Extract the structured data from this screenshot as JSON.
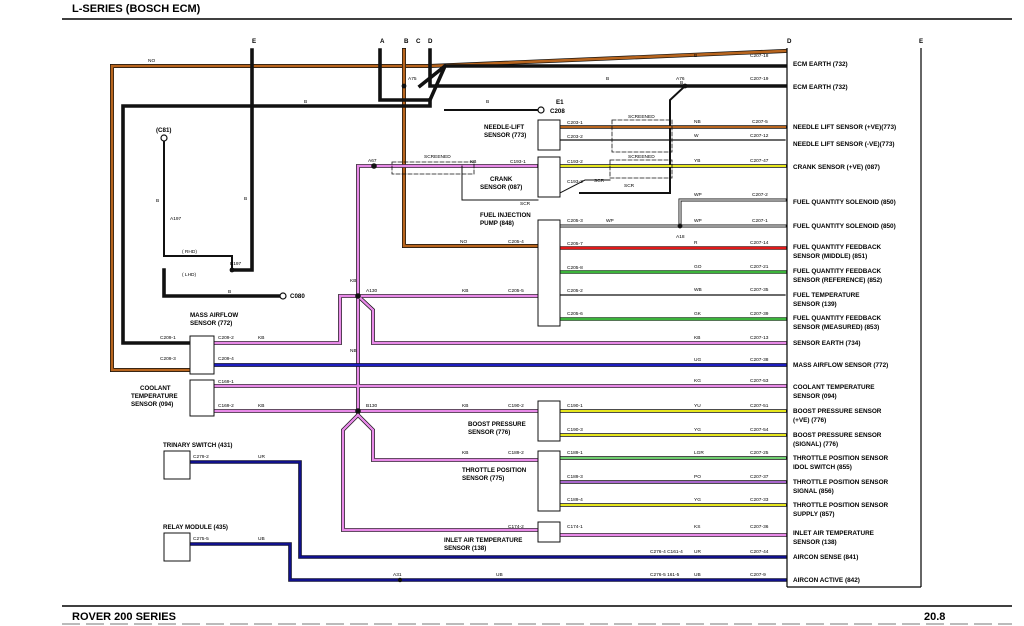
{
  "page": {
    "title": "L-SERIES (BOSCH ECM)",
    "footer_left": "ROVER 200 SERIES",
    "footer_right": "20.8"
  },
  "colors": {
    "brown": "#b8651e",
    "black": "#111111",
    "pink": "#e88ae8",
    "blue": "#1d1dbf",
    "navy": "#10108a",
    "yellow": "#e6e61e",
    "green": "#3cb43c",
    "red": "#e21a1a",
    "purple": "#9a4fbf",
    "grey": "#9a9a9a",
    "lightgreen": "#70d070"
  },
  "bus_letters": [
    "A",
    "B",
    "C",
    "D",
    "E"
  ],
  "ecm_label_letter": "D",
  "ecm_outputs": [
    {
      "text": "ECM EARTH (732)"
    },
    {
      "text": "ECM EARTH (732)"
    },
    {
      "text": "NEEDLE LIFT SENSOR (+VE)(773)"
    },
    {
      "text": "NEEDLE LIFT SENSOR (-VE)(773)"
    },
    {
      "text": "CRANK SENSOR (+VE) (087)"
    },
    {
      "text": "FUEL QUANTITY SOLENOID (850)"
    },
    {
      "text": "FUEL QUANTITY SOLENOID (850)"
    },
    {
      "text": "FUEL QUANTITY FEEDBACK"
    },
    {
      "text": "SENSOR (MIDDLE) (851)"
    },
    {
      "text": "FUEL QUANTITY FEEDBACK"
    },
    {
      "text": "SENSOR (REFERENCE) (852)"
    },
    {
      "text": "FUEL TEMPERATURE"
    },
    {
      "text": "SENSOR (139)"
    },
    {
      "text": "FUEL QUANTITY FEEDBACK"
    },
    {
      "text": "SENSOR (MEASURED) (853)"
    },
    {
      "text": "SENSOR EARTH (734)"
    },
    {
      "text": "MASS AIRFLOW SENSOR (772)"
    },
    {
      "text": "COOLANT TEMPERATURE"
    },
    {
      "text": "SENSOR (094)"
    },
    {
      "text": "BOOST PRESSURE SENSOR"
    },
    {
      "text": "(+VE) (776)"
    },
    {
      "text": "BOOST PRESSURE SENSOR"
    },
    {
      "text": "(SIGNAL) (776)"
    },
    {
      "text": "THROTTLE POSITION SENSOR"
    },
    {
      "text": "IDOL SWITCH (855)"
    },
    {
      "text": "THROTTLE POSITION SENSOR"
    },
    {
      "text": "SIGNAL (856)"
    },
    {
      "text": "THROTTLE POSITION SENSOR"
    },
    {
      "text": "SUPPLY (857)"
    },
    {
      "text": "INLET AIR TEMPERATURE"
    },
    {
      "text": "SENSOR (138)"
    },
    {
      "text": "AIRCON SENSE (841)"
    },
    {
      "text": "AIRCON ACTIVE (842)"
    }
  ],
  "ecm_pins": [
    "C207-18",
    "C207-19",
    "C207-5",
    "C207-12",
    "C207-47",
    "C207-2",
    "C207-1",
    "C207-14",
    "C207-21",
    "C207-35",
    "C207-39",
    "C207-13",
    "C207-38",
    "C207-53",
    "C207-51",
    "C207-54",
    "C207-25",
    "C207-37",
    "C207-33",
    "C207-36",
    "C207-44",
    "C207-9"
  ],
  "wire_codes": [
    "B",
    "B",
    "NB",
    "W",
    "YB",
    "WP",
    "WP",
    "R",
    "GO",
    "WB",
    "GK",
    "KB",
    "UG",
    "KG",
    "YU",
    "YG",
    "LGR",
    "PO",
    "YG",
    "KS",
    "UR",
    "UB"
  ],
  "components": [
    {
      "label": "NEEDLE-LIFT",
      "label2": "SENSOR (773)"
    },
    {
      "label": "CRANK",
      "label2": "SENSOR (087)"
    },
    {
      "label": "FUEL INJECTION",
      "label2": "PUMP (848)"
    },
    {
      "label": "MASS AIRFLOW",
      "label2": "SENSOR (772)"
    },
    {
      "label": "COOLANT",
      "label2": "TEMPERATURE",
      "label3": "SENSOR (094)"
    },
    {
      "label": "BOOST PRESSURE",
      "label2": "SENSOR (776)"
    },
    {
      "label": "THROTTLE POSITION",
      "label2": "SENSOR (775)"
    },
    {
      "label": "TRINARY SWITCH (431)"
    },
    {
      "label": "RELAY MODULE (435)"
    },
    {
      "label": "INLET AIR TEMPERATURE",
      "label2": "SENSOR (138)"
    }
  ],
  "component_pins": [
    "C203-1",
    "C203-2",
    "C193-1",
    "C193-2",
    "C193-3",
    "C205-4",
    "C205-3",
    "C205-7",
    "C205-8",
    "C205-2",
    "C205-5",
    "C205-6",
    "C209-1",
    "C209-2",
    "C209-3",
    "C209-4",
    "C169-1",
    "C169-2",
    "C190-1",
    "C190-2",
    "C190-3",
    "C189-1",
    "C189-2",
    "C189-3",
    "C189-4",
    "C279-2",
    "C275-5",
    "C174-1",
    "C174-2",
    "C276-4 C161-4",
    "C276-5 161-5"
  ],
  "splices": [
    "A67",
    "A75",
    "A76",
    "A18",
    "A130",
    "B130",
    "B197",
    "A197",
    "A31"
  ],
  "earths": [
    "E1",
    "C208",
    "C080",
    "(C81)"
  ],
  "misc_labels": [
    "SCREENED",
    "SCREENED",
    "SCREENED",
    "SCR",
    "SCR",
    "SCR",
    "( RHD)",
    "( LHD)",
    "NO",
    "B",
    "B",
    "B",
    "B",
    "KB",
    "KB",
    "KB",
    "KB",
    "KB",
    "KB",
    "UR",
    "UB",
    "UB",
    "NB",
    "KB",
    "NO",
    "B",
    "B",
    "WP"
  ]
}
